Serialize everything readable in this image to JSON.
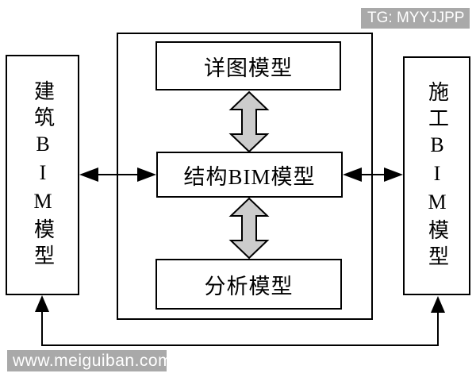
{
  "badge": {
    "text": "TG: MYYJJPP"
  },
  "watermark": {
    "text": "www.meiguiban.com"
  },
  "diagram": {
    "nodes": {
      "building": "建筑BIM模型",
      "construction": "施工BIM模型",
      "detail": "详图模型",
      "structural": "结构BIM模型",
      "analysis": "分析模型"
    },
    "connections": [
      {
        "from": "detail",
        "to": "structural",
        "style": "thick-gray-bidirectional"
      },
      {
        "from": "structural",
        "to": "analysis",
        "style": "thick-gray-bidirectional"
      },
      {
        "from": "building",
        "to": "structural",
        "style": "thin-black-bidirectional"
      },
      {
        "from": "structural",
        "to": "construction",
        "style": "thin-black-bidirectional"
      },
      {
        "from": "building",
        "to": "construction",
        "style": "thin-black-bidirectional-bottom-route"
      }
    ]
  },
  "colors": {
    "badge_bg": "#a9a9a9",
    "badge_text": "#ffffff",
    "thick_arrow_fill": "#cccccc",
    "line": "#000000",
    "background": "#ffffff"
  }
}
